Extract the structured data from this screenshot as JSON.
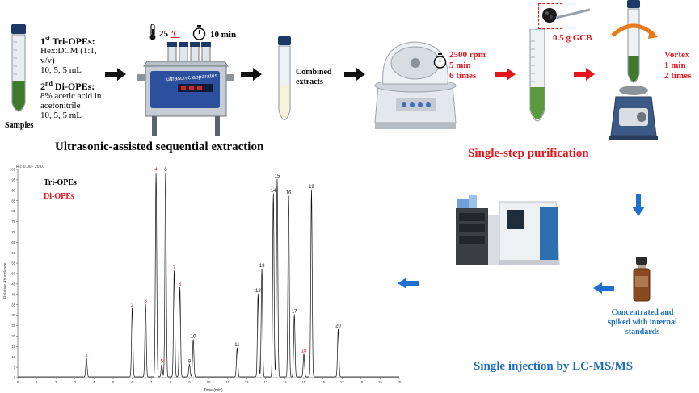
{
  "step1": {
    "samples_label": "Samples",
    "tri_head": "1",
    "tri_sup": "st",
    "tri_name": " Tri-OPEs:",
    "tri_lines": [
      "Hex:DCM (1:1, v/v)",
      "10, 5, 5 mL"
    ],
    "di_head": "2",
    "di_sup": "nd",
    "di_name": " Di-OPEs:",
    "di_lines": [
      "8% acetic acid in",
      "acetonitrile",
      "10, 5, 5 mL"
    ],
    "temp": "25 ",
    "temp_unit": "ºC",
    "time": "10 min",
    "bath_label": "ultrasonic apparatus",
    "combined": "Combined\nextracts",
    "title": "Ultrasonic-assisted sequential extraction"
  },
  "step2": {
    "centrifuge_lines": [
      "2500 rpm",
      "5 min",
      "6 times"
    ],
    "gcb": "0.5 g GCB",
    "vortex_lines": [
      "Vortex",
      "1 min",
      "2 times"
    ],
    "title": "Single-step purification"
  },
  "step3": {
    "concentrate": "Concentrated and spiked with internal standards",
    "title": "Single injection by LC-MS/MS"
  },
  "chromatogram": {
    "rt_label": "RT: 0.00 - 20.01",
    "y_label": "Relative Abundance",
    "x_label": "Time (min)",
    "legend_tri": "Tri-OPEs",
    "legend_di": "Di-OPEs",
    "y_ticks": [
      "100",
      "95",
      "90",
      "85",
      "80",
      "75",
      "70",
      "65",
      "60",
      "55",
      "50",
      "45",
      "40",
      "35",
      "30",
      "25",
      "20",
      "15",
      "10",
      "5",
      "0"
    ],
    "x_ticks": [
      "0",
      "1",
      "2",
      "3",
      "4",
      "5",
      "6",
      "7",
      "8",
      "9",
      "10",
      "11",
      "12",
      "13",
      "14",
      "15",
      "16",
      "17",
      "18",
      "19",
      "20"
    ],
    "peaks": [
      {
        "id": "1",
        "rt": 3.6,
        "h": 9,
        "di": true
      },
      {
        "id": "2",
        "rt": 6.0,
        "h": 33,
        "di": true
      },
      {
        "id": "3",
        "rt": 6.7,
        "h": 35,
        "di": true
      },
      {
        "id": "4",
        "rt": 7.25,
        "h": 98,
        "di": true
      },
      {
        "id": "5",
        "rt": 7.55,
        "h": 6,
        "di": true
      },
      {
        "id": "6",
        "rt": 7.75,
        "h": 98,
        "di": false
      },
      {
        "id": "7",
        "rt": 8.2,
        "h": 51,
        "di": true
      },
      {
        "id": "8",
        "rt": 8.5,
        "h": 43,
        "di": true
      },
      {
        "id": "9",
        "rt": 9.0,
        "h": 6,
        "di": false
      },
      {
        "id": "10",
        "rt": 9.2,
        "h": 18,
        "di": false
      },
      {
        "id": "11",
        "rt": 11.5,
        "h": 14,
        "di": false
      },
      {
        "id": "12",
        "rt": 12.6,
        "h": 40,
        "di": false
      },
      {
        "id": "13",
        "rt": 12.8,
        "h": 52,
        "di": false
      },
      {
        "id": "14",
        "rt": 13.4,
        "h": 88,
        "di": false
      },
      {
        "id": "15",
        "rt": 13.6,
        "h": 95,
        "di": false
      },
      {
        "id": "16",
        "rt": 14.2,
        "h": 87,
        "di": false
      },
      {
        "id": "17",
        "rt": 14.5,
        "h": 30,
        "di": false
      },
      {
        "id": "18",
        "rt": 15.0,
        "h": 11,
        "di": true
      },
      {
        "id": "19",
        "rt": 15.4,
        "h": 90,
        "di": false
      },
      {
        "id": "20",
        "rt": 16.8,
        "h": 23,
        "di": false
      }
    ]
  }
}
